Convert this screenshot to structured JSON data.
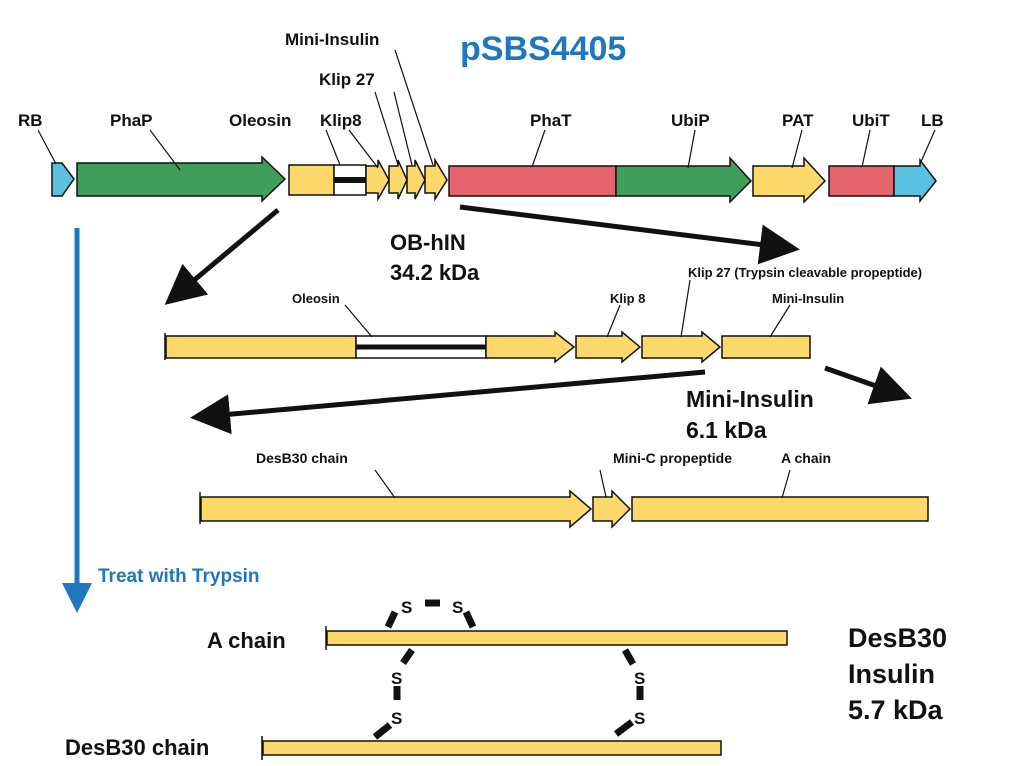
{
  "title": "pSBS4405",
  "colors": {
    "yellow": "#FCD96A",
    "green": "#3E9E5A",
    "red": "#E4646E",
    "cyan": "#5CC0E0",
    "blue": "#1F77C0",
    "black": "#111111"
  },
  "construct": {
    "labels": {
      "rb": "RB",
      "phap": "PhaP",
      "oleosin": "Oleosin",
      "klip8": "Klip8",
      "klip27": "Klip 27",
      "mini_insulin": "Mini-Insulin",
      "phat": "PhaT",
      "ubip": "UbiP",
      "pat": "PAT",
      "ubit": "UbiT",
      "lb": "LB"
    }
  },
  "ob_hin": {
    "name": "OB-hIN",
    "mass": "34.2 kDa",
    "labels": {
      "oleosin": "Oleosin",
      "klip8": "Klip 8",
      "klip27": "Klip 27 (Trypsin cleavable propeptide)",
      "mini_insulin": "Mini-Insulin"
    }
  },
  "mini_insulin": {
    "name": "Mini-Insulin",
    "mass": "6.1 kDa",
    "labels": {
      "desb30": "DesB30 chain",
      "mini_c": "Mini-C propeptide",
      "a_chain": "A chain"
    }
  },
  "treatment": "Treat with Trypsin",
  "product": {
    "a_chain_label": "A chain",
    "desb30_label": "DesB30 chain",
    "name_line1": "DesB30",
    "name_line2": "Insulin",
    "mass": "5.7 kDa",
    "sulfur": "S"
  }
}
